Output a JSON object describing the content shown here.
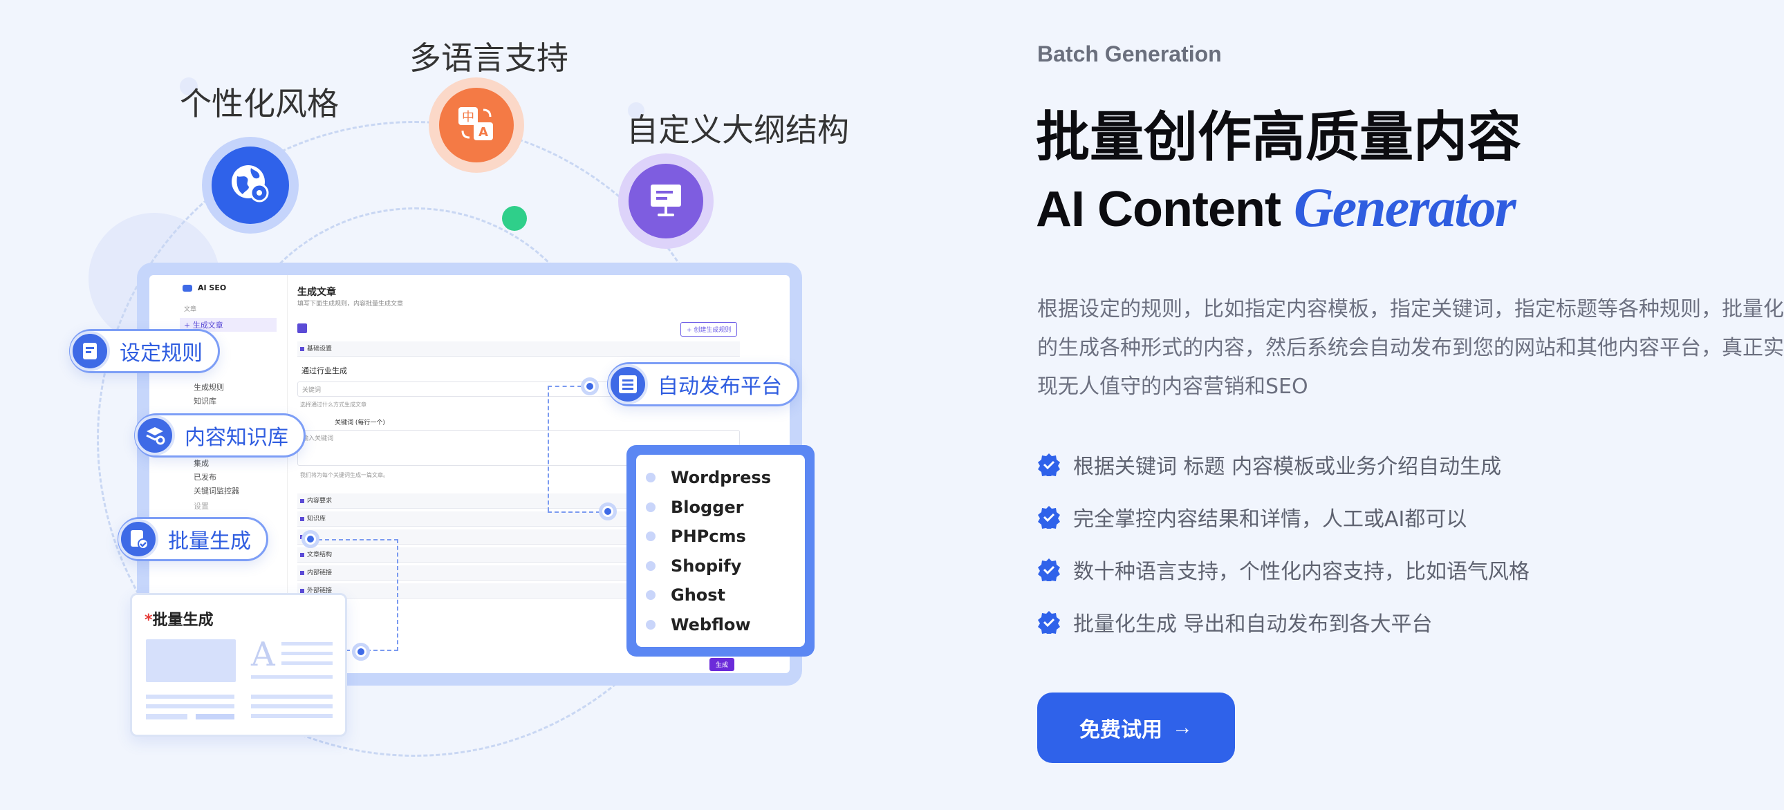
{
  "illustration": {
    "features": {
      "style": "个性化风格",
      "language": "多语言支持",
      "outline": "自定义大纲结构"
    },
    "pills": {
      "rules": "设定规则",
      "knowledge": "内容知识库",
      "batch": "批量生成",
      "publish": "自动发布平台"
    },
    "platforms": [
      "Wordpress",
      "Blogger",
      "PHPcms",
      "Shopify",
      "Ghost",
      "Webflow"
    ],
    "batch_card": {
      "star": "*",
      "title": "批量生成"
    },
    "app": {
      "brand": "AI SEO",
      "title": "生成文章",
      "subtitle": "填写下面生成规则，内容批量生成文章",
      "create_rule_button": "+ 创建生成规则",
      "generate_button": "生成",
      "sidebar": [
        "文章",
        "+ 生成文章",
        "生成规则",
        "知识库",
        "集成",
        "已发布",
        "关键词监控器",
        "设置"
      ],
      "rows": [
        "基础设置",
        "内容要求",
        "知识库",
        "文章结构",
        "内部链接",
        "外部链接"
      ],
      "section_label": "通过行业生成",
      "keyword_field": "关键词",
      "keyword_hint": "选择通过什么方式生成文章",
      "keywords_label": "关键词 (每行一个)",
      "keywords_placeholder": "输入关键词",
      "keywords_hint": "我们将为每个关键词生成一篇文章。"
    }
  },
  "hero": {
    "eyebrow": "Batch Generation",
    "headline_cn": "批量创作高质量内容",
    "headline_en": "AI Content ",
    "headline_en_accent": "Generator",
    "description": "根据设定的规则，比如指定内容模板，指定关键词，指定标题等各种规则，批量化的生成各种形式的内容，然后系统会自动发布到您的网站和其他内容平台，真正实现无人值守的内容营销和SEO",
    "bullets": [
      "根据关键词 标题 内容模板或业务介绍自动生成",
      "完全掌控内容结果和详情，人工或AI都可以",
      "数十种语言支持，个性化内容支持，比如语气风格",
      "批量化生成 导出和自动发布到各大平台"
    ],
    "cta_label": "免费试用",
    "cta_arrow": "→"
  },
  "colors": {
    "background": "#f1f5fd",
    "accent": "#2f62ea",
    "orange": "#f47a45",
    "purple": "#7e5de0",
    "green": "#2fcf8a"
  }
}
